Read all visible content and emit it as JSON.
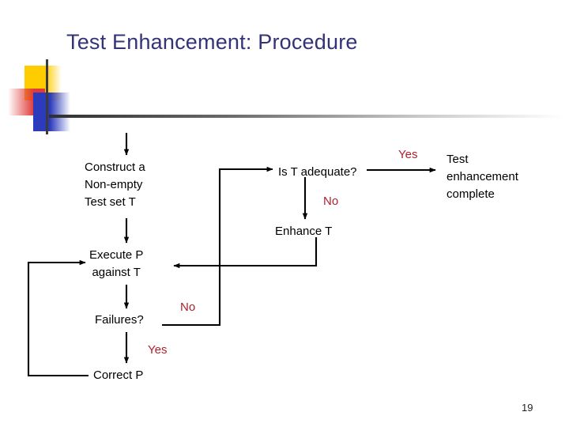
{
  "slide": {
    "title": "Test Enhancement: Procedure",
    "page_number": "19",
    "title_color": "#333377",
    "accent_red": "#b02030",
    "decoration": {
      "yellow": "#ffcc00",
      "red": "#e03a3a",
      "blue": "#2b3bbb",
      "rule": "#2f2f2f"
    }
  },
  "flowchart": {
    "type": "flowchart",
    "nodes": [
      {
        "id": "construct",
        "label": "Construct a\nNon-empty\nTest set T"
      },
      {
        "id": "execute",
        "label": "Execute P\nagainst T"
      },
      {
        "id": "failures",
        "label": "Failures?"
      },
      {
        "id": "correct",
        "label": "Correct P"
      },
      {
        "id": "adequate",
        "label": "Is T adequate?"
      },
      {
        "id": "enhance",
        "label": "Enhance T"
      },
      {
        "id": "complete",
        "label": "Test\nenhancement\ncomplete"
      }
    ],
    "edge_labels": [
      {
        "id": "no-adequate",
        "label": "No",
        "color": "#b02030"
      },
      {
        "id": "yes-adequate",
        "label": "Yes",
        "color": "#b02030"
      },
      {
        "id": "no-failures",
        "label": "No",
        "color": "#b02030"
      },
      {
        "id": "yes-failures",
        "label": "Yes",
        "color": "#b02030"
      }
    ],
    "edges": [
      {
        "from": "start",
        "to": "construct",
        "label": ""
      },
      {
        "from": "construct",
        "to": "execute",
        "label": ""
      },
      {
        "from": "execute",
        "to": "failures",
        "label": ""
      },
      {
        "from": "failures",
        "to": "correct",
        "label": "Yes"
      },
      {
        "from": "correct",
        "to": "execute",
        "label": ""
      },
      {
        "from": "failures",
        "to": "adequate",
        "label": "No"
      },
      {
        "from": "adequate",
        "to": "enhance",
        "label": "No"
      },
      {
        "from": "adequate",
        "to": "complete",
        "label": "Yes"
      },
      {
        "from": "enhance",
        "to": "execute",
        "label": ""
      }
    ]
  }
}
